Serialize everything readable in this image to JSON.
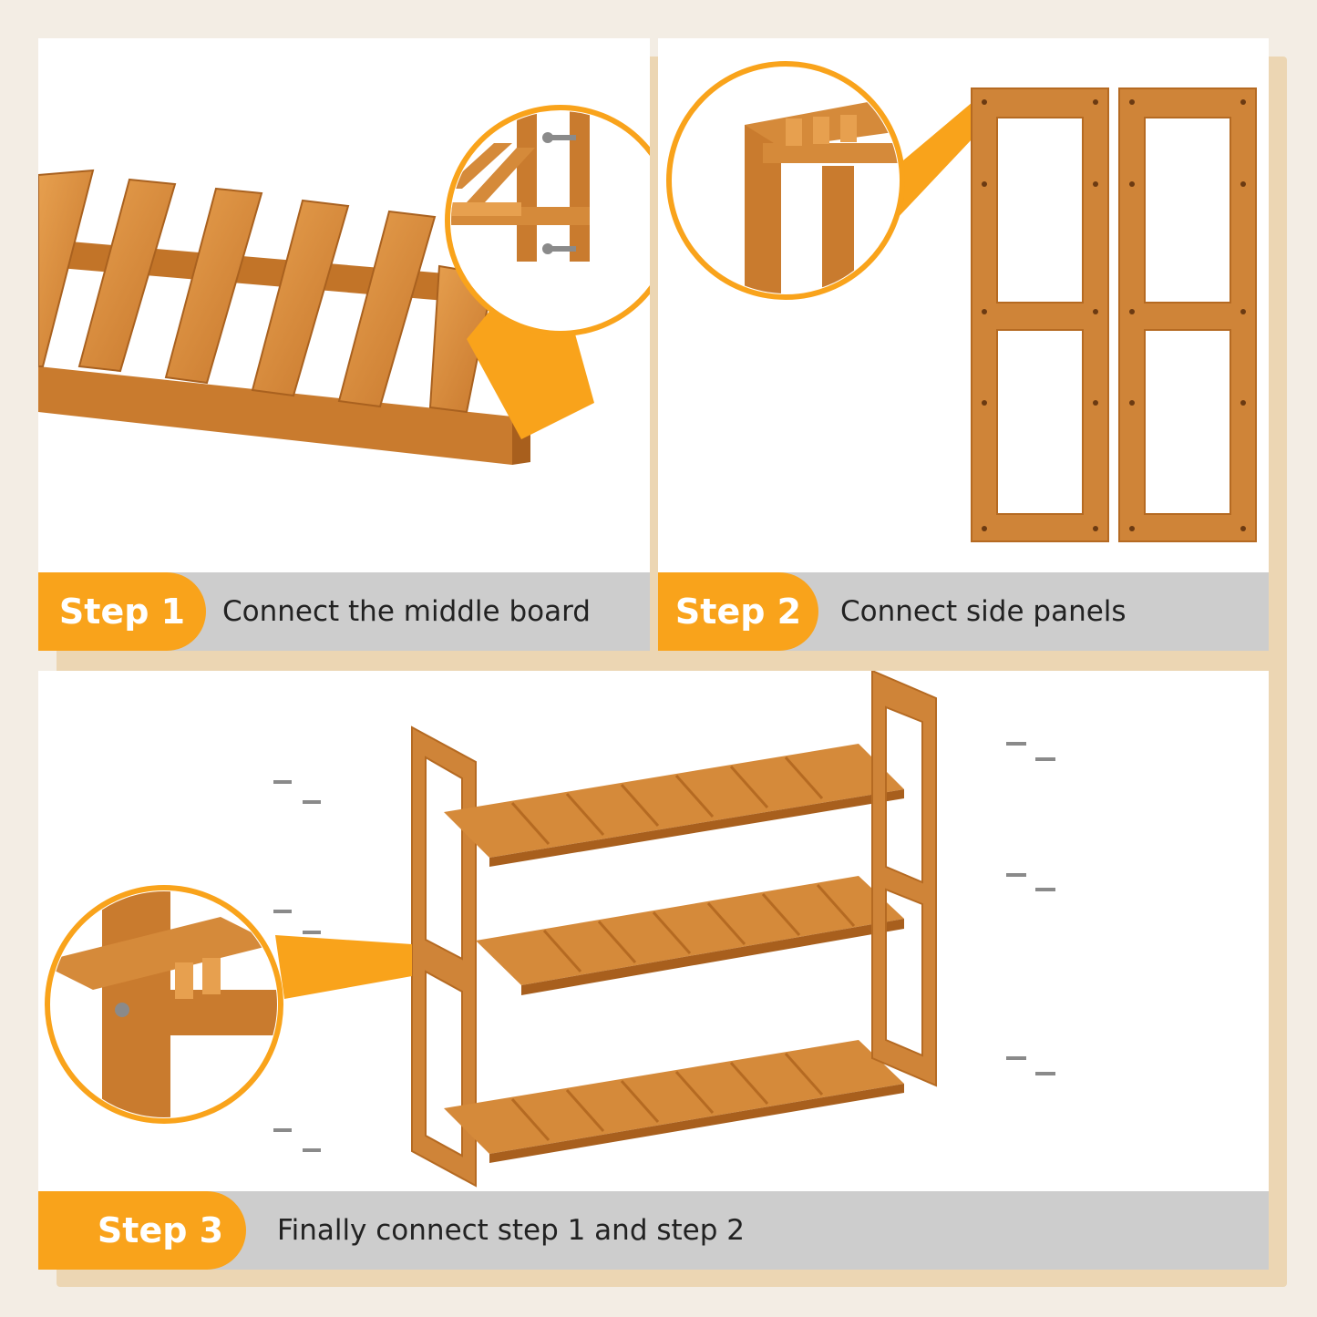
{
  "steps": [
    {
      "label": "Step 1",
      "text": "Connect the middle board"
    },
    {
      "label": "Step 2",
      "text": "Connect side panels"
    },
    {
      "label": "Step 3",
      "text": "Finally connect step 1 and step 2"
    }
  ],
  "colors": {
    "accent": "#f9a31b",
    "caption_bar": "#cdcdcd",
    "wood": "#d58a3a",
    "wood_dark": "#b56a22",
    "frame": "#ecd6b3"
  },
  "icons": {
    "callout": "magnifier-callout-icon",
    "screw": "screw-icon"
  }
}
